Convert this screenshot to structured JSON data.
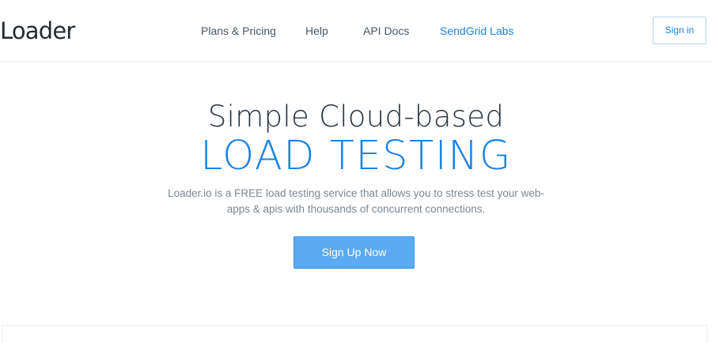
{
  "header": {
    "logo_text": "Loader",
    "nav": [
      {
        "label": "Plans & Pricing"
      },
      {
        "label": "Help"
      },
      {
        "label": "API Docs"
      },
      {
        "label": "SendGrid Labs"
      }
    ],
    "signin_label": "Sign in"
  },
  "hero": {
    "title_line1": "Simple Cloud-based",
    "title_line2": "LOAD TESTING",
    "description": "Loader.io is a FREE load testing service that allows you to stress test your web-apps & apis with thousands of concurrent connections.",
    "cta_label": "Sign Up Now"
  },
  "colors": {
    "accent": "#1a82e2",
    "cta_background": "#5aabf1",
    "heading": "#283341",
    "body_text": "#7c8791"
  }
}
